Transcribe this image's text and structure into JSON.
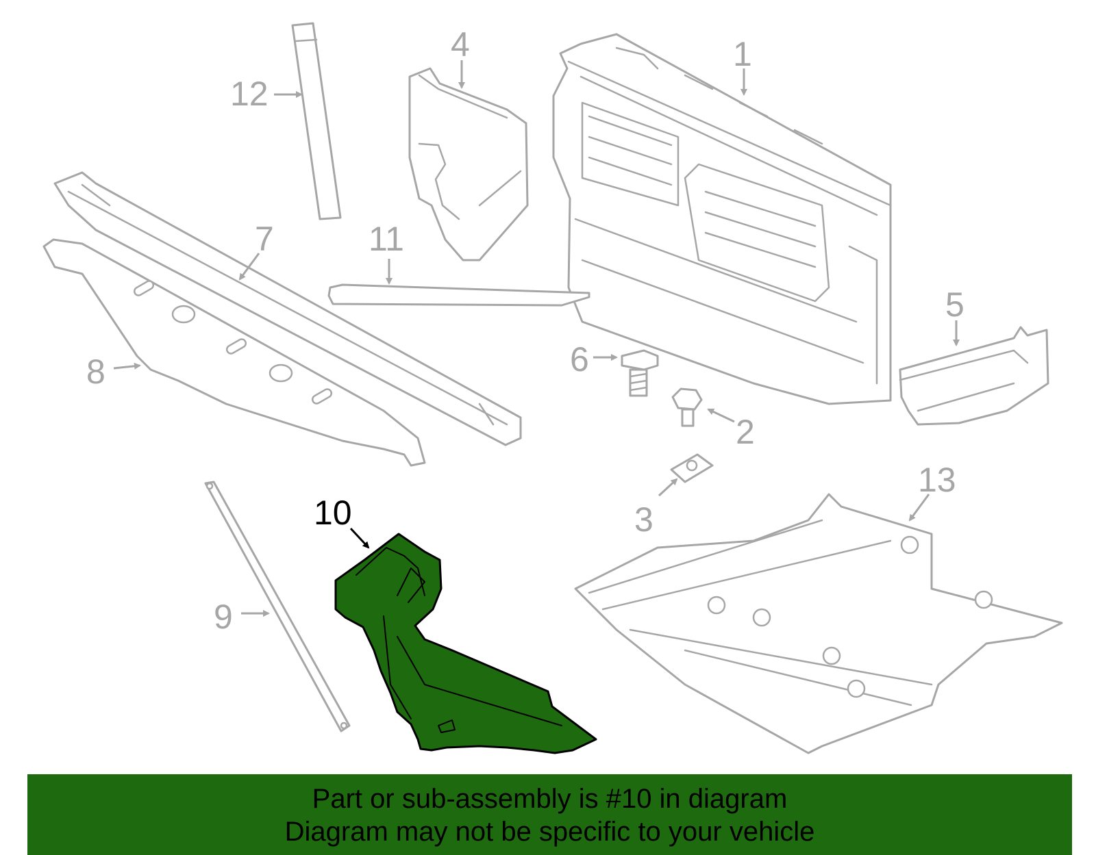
{
  "diagram": {
    "highlight_color": "#1e6b0f",
    "line_color": "#a6a6a6",
    "callouts": [
      "1",
      "2",
      "3",
      "4",
      "5",
      "6",
      "7",
      "8",
      "9",
      "10",
      "11",
      "12",
      "13"
    ],
    "highlighted_part": "10"
  },
  "banner": {
    "line1": "Part or sub-assembly is #10 in diagram",
    "line2": "Diagram may not be specific to your vehicle"
  }
}
